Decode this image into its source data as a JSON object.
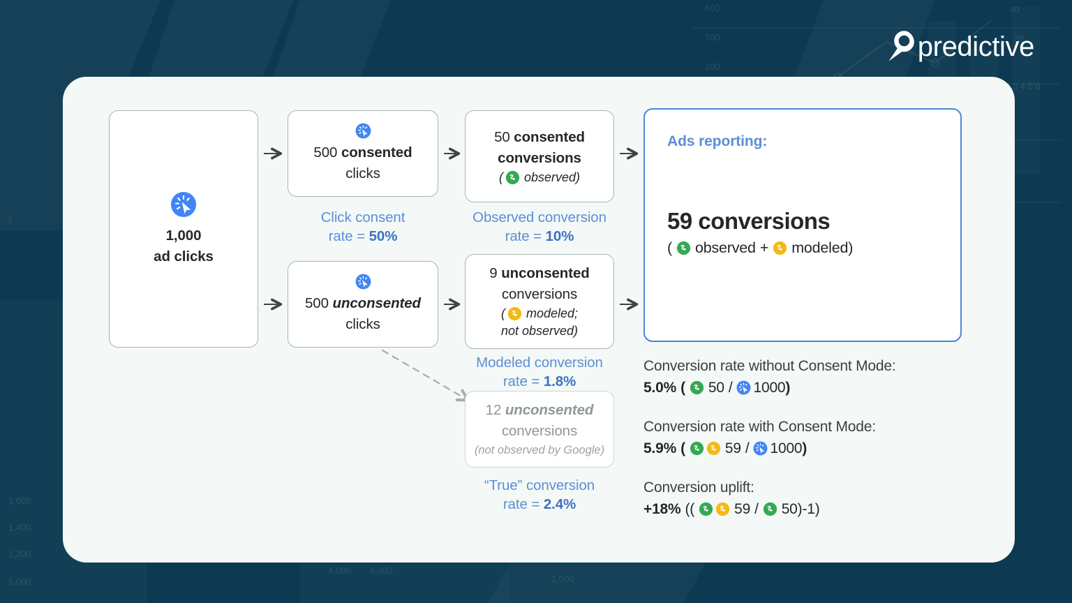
{
  "brand": {
    "name": "predictive",
    "logo_icon": "predictive-p-logomark",
    "color": "#ffffff"
  },
  "theme": {
    "background": "#0d3a52",
    "card_background": "#f4f9f7",
    "accent_blue": "#5b8fd6",
    "accent_blue_strong": "#3d72c4",
    "observed_green": "#34a853",
    "modeled_yellow": "#f5b914",
    "click_blue": "#4285f4",
    "muted_gray": "#8e979b"
  },
  "flow": {
    "ad_clicks": {
      "icon": "ad-click-icon",
      "value": "1,000",
      "label": "ad clicks"
    },
    "consented_clicks": {
      "icon": "ad-click-icon",
      "count": "500",
      "emphasis": "consented",
      "label": "clicks"
    },
    "unconsented_clicks": {
      "icon": "ad-click-icon",
      "count": "500",
      "emphasis": "unconsented",
      "label": "clicks"
    },
    "consented_conversions": {
      "count": "50",
      "emphasis": "consented",
      "label": "conversions",
      "note_open": "(",
      "note_icon": "observed-conversion-icon",
      "note_text": "observed)"
    },
    "unconsented_conversions": {
      "count": "9",
      "emphasis": "unconsented",
      "label": "conversions",
      "note_open": "(",
      "note_icon": "modeled-conversion-icon",
      "note_text": "modeled;",
      "note_text2": "not observed)"
    },
    "true_conversions": {
      "count": "12",
      "emphasis": "unconsented",
      "label": "conversions",
      "note": "(not observed by Google)"
    }
  },
  "rates": {
    "click_consent": {
      "line1": "Click consent",
      "line2_prefix": "rate = ",
      "value": "50%"
    },
    "observed": {
      "line1": "Observed conversion",
      "line2_prefix": "rate = ",
      "value": "10%"
    },
    "modeled": {
      "line1": "Modeled conversion",
      "line2_prefix": "rate = ",
      "value": "1.8%"
    },
    "true": {
      "line1": "“True” conversion",
      "line2_prefix": "rate = ",
      "value": "2.4%"
    }
  },
  "ads_reporting": {
    "title": "Ads reporting:",
    "headline": "59 conversions",
    "formula_open": "(",
    "observed_icon": "observed-conversion-icon",
    "observed_word": "observed",
    "plus": "+",
    "modeled_icon": "modeled-conversion-icon",
    "modeled_word": "modeled)"
  },
  "stats": [
    {
      "label": "Conversion rate without Consent Mode:",
      "value": "5.0%",
      "open": "(",
      "numerator_icons": [
        "observed-conversion-icon"
      ],
      "numerator": "50",
      "slash": "/",
      "denominator_icon": "ad-click-icon",
      "denominator": "1000",
      "close": ")"
    },
    {
      "label": "Conversion rate with Consent Mode:",
      "value": "5.9%",
      "open": "(",
      "numerator_icons": [
        "observed-conversion-icon",
        "modeled-conversion-icon"
      ],
      "numerator": "59",
      "slash": "/",
      "denominator_icon": "ad-click-icon",
      "denominator": "1000",
      "close": ")"
    },
    {
      "label": "Conversion uplift:",
      "value": "+18%",
      "open": "((",
      "numerator_icons": [
        "observed-conversion-icon",
        "modeled-conversion-icon"
      ],
      "numerator": "59",
      "slash": "/",
      "denominator_icon": "observed-conversion-icon",
      "denominator": "50",
      "close": ")-1)"
    }
  ]
}
